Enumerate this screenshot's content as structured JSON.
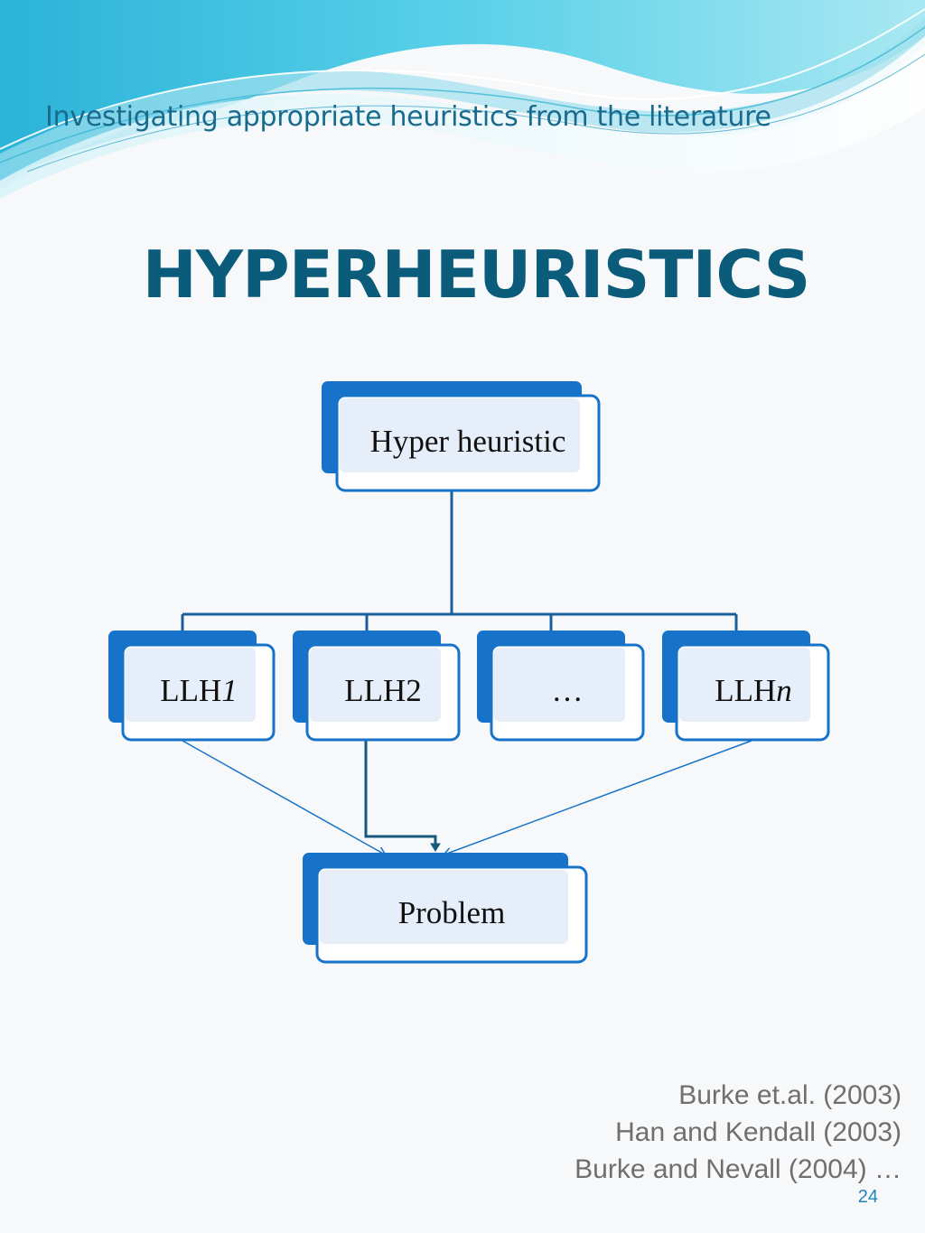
{
  "slide": {
    "subtitle": "Investigating appropriate heuristics from the literature",
    "title": "HYPERHEURISTICS",
    "page_number": "24"
  },
  "diagram": {
    "root": "Hyper heuristic",
    "children": [
      "LLH1",
      "LLH2",
      "…",
      "LLHn"
    ],
    "target": "Problem"
  },
  "references": [
    "Burke et.al. (2003)",
    "Han and Kendall (2003)",
    "Burke and Nevall (2004) …"
  ],
  "colors": {
    "accent": "#1673c9",
    "title": "#0b5b7a",
    "subtitle": "#1a6a8e",
    "wave": "#4fc8e0"
  }
}
